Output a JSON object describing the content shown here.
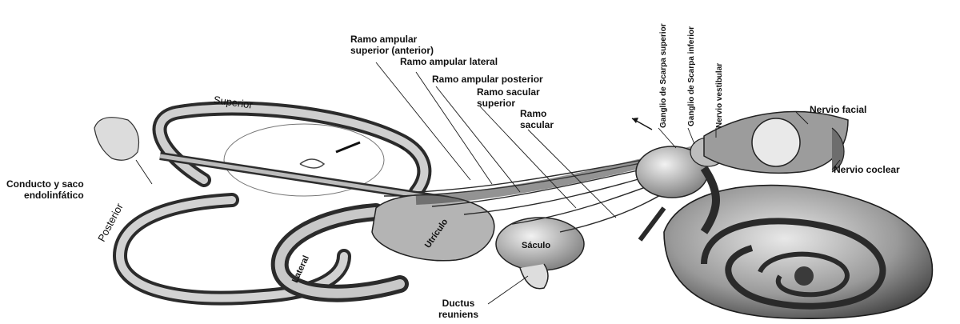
{
  "labels": {
    "ramo_ampular_superior": [
      "Ramo ampular",
      "superior (anterior)"
    ],
    "ramo_ampular_lateral": "Ramo ampular lateral",
    "ramo_ampular_posterior": "Ramo ampular posterior",
    "ramo_sacular_superior": [
      "Ramo sacular",
      "superior"
    ],
    "ramo_sacular": [
      "Ramo",
      "sacular"
    ],
    "ganglio_scarpa_superior": "Ganglio de Scarpa superior",
    "ganglio_scarpa_inferior": "Ganglio de Scarpa inferior",
    "nervio_vestibular": "Nervio vestibular",
    "nervio_facial": "Nervio facial",
    "nervio_coclear": "Nervio coclear",
    "conducto_saco": [
      "Conducto y saco",
      "endolinfático"
    ],
    "superior": "Superior",
    "posterior": "Posterior",
    "lateral": "Lateral",
    "utriculo": "Utrículo",
    "saculo": "Sáculo",
    "ductus_reuniens": [
      "Ductus",
      "reuniens"
    ]
  },
  "colors": {
    "ink": "#1a1a1a",
    "shade_dark": "#3a3a3a",
    "shade_mid": "#8c8c8c",
    "shade_light": "#d6d6d6",
    "paper": "#ffffff"
  }
}
